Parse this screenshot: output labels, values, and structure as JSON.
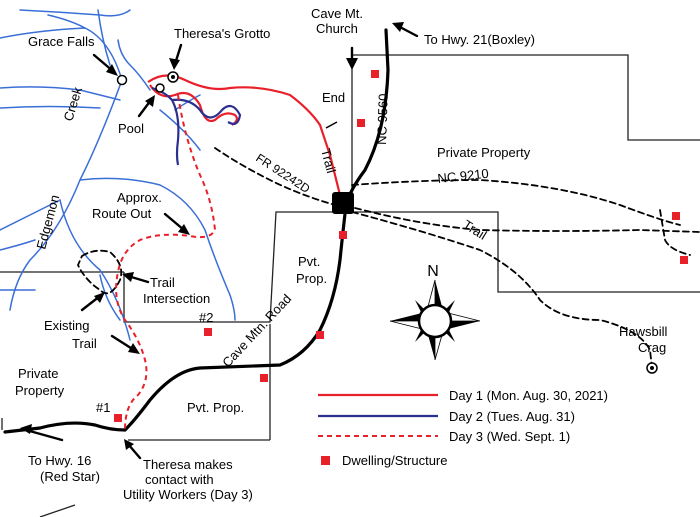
{
  "labels": {
    "grace_falls": "Grace Falls",
    "theresas_grotto": "Theresa's Grotto",
    "cave_mt_church_1": "Cave Mt.",
    "cave_mt_church_2": "Church",
    "to_hwy21": "To Hwy. 21(Boxley)",
    "creek": "Creek",
    "edgemon": "Edgemon",
    "pool": "Pool",
    "end": "End",
    "nc9560": "NC 9560",
    "private_property_top": "Private Property",
    "fr9224": "FR 92242D",
    "trail_upper": "Trail",
    "nc9210": "NC 9210",
    "approx_route_out_1": "Approx.",
    "approx_route_out_2": "Route Out",
    "parking": "P",
    "trail_right": "Trail",
    "pvt_prop_mid_1": "Pvt.",
    "pvt_prop_mid_2": "Prop.",
    "trail_intersection_1": "Trail",
    "trail_intersection_2": "Intersection",
    "existing_trail_1": "Existing",
    "existing_trail_2": "Trail",
    "cave_mtn_road": "Cave Mtn. Road",
    "north": "N",
    "hawsbill_crag_1": "Hawsbill",
    "hawsbill_crag_2": "Crag",
    "private_property_left_1": "Private",
    "private_property_left_2": "Property",
    "marker_2": "#2",
    "marker_1": "#1",
    "pvt_prop_bottom": "Pvt. Prop.",
    "to_hwy16_1": "To Hwy. 16",
    "to_hwy16_2": "(Red Star)",
    "theresa_contact_1": "Theresa makes",
    "theresa_contact_2": "contact with",
    "theresa_contact_3": "Utility Workers (Day 3)"
  },
  "legend": [
    {
      "label": "Day 1 (Mon. Aug. 30, 2021)",
      "color": "#e8202a",
      "style": "solid"
    },
    {
      "label": "Day 2 (Tues. Aug. 31)",
      "color": "#2b2f8f",
      "style": "solid"
    },
    {
      "label": "Day 3 (Wed. Sept. 1)",
      "color": "#e8202a",
      "style": "dashed"
    },
    {
      "label": "Dwelling/Structure",
      "color": "#e8202a",
      "style": "square"
    }
  ],
  "colors": {
    "creek": "#3a6fd8",
    "day1": "#e8202a",
    "day2": "#2b2f8f",
    "road": "#000000",
    "boundary": "#222222"
  }
}
